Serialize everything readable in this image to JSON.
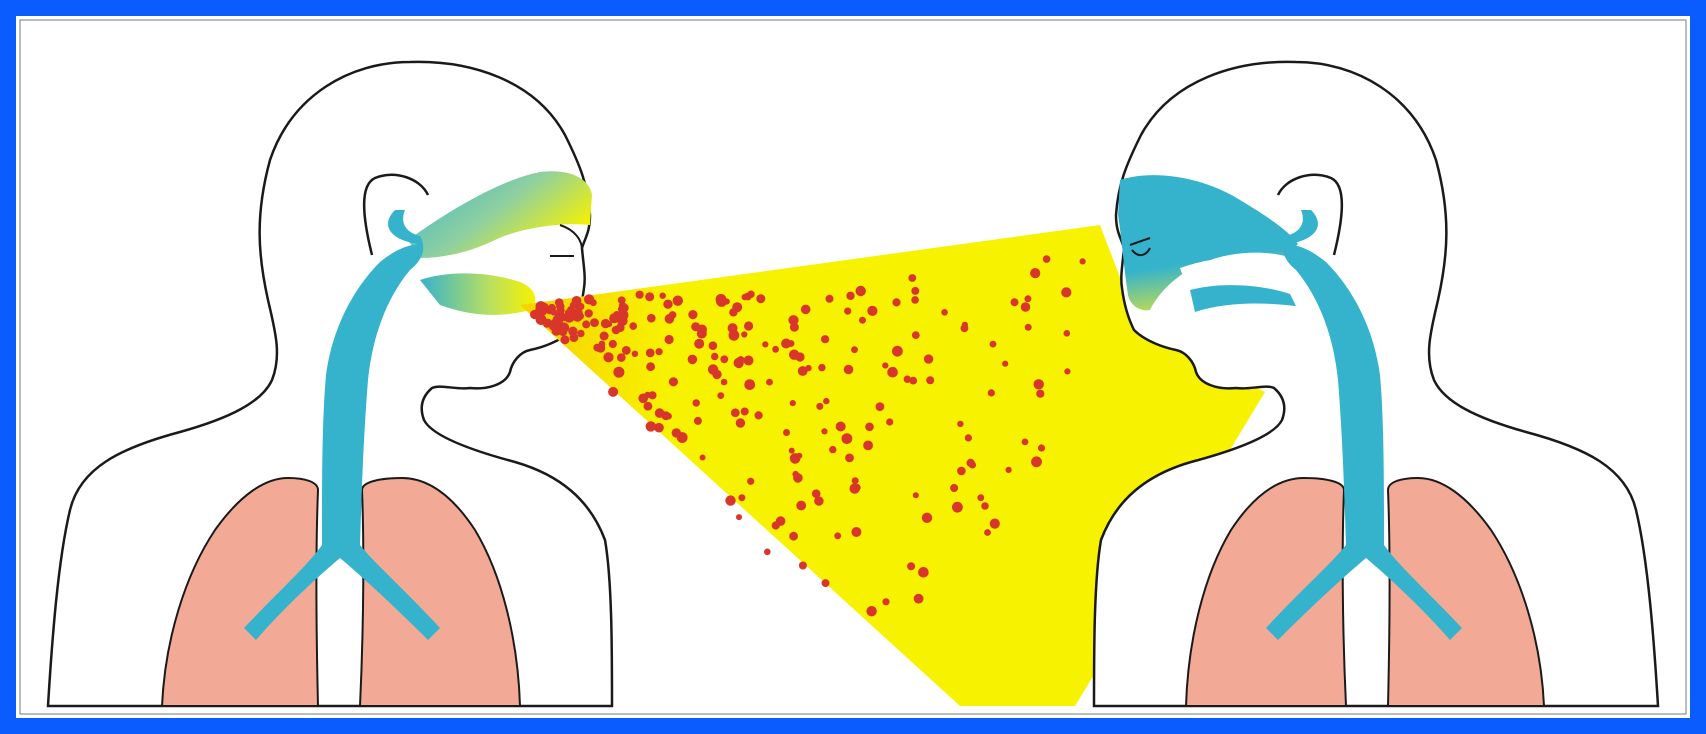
{
  "colors": {
    "frame": "#0a5cff",
    "outline": "#1a1a1a",
    "airway": "#35b3cc",
    "lung": "#f2aa96",
    "spray": "#f7f200",
    "droplet": "#d8352b"
  },
  "figures": [
    {
      "name": "person-left",
      "role": "source"
    },
    {
      "name": "person-right",
      "role": "receiver"
    }
  ],
  "spray": {
    "droplet_count": 260
  }
}
